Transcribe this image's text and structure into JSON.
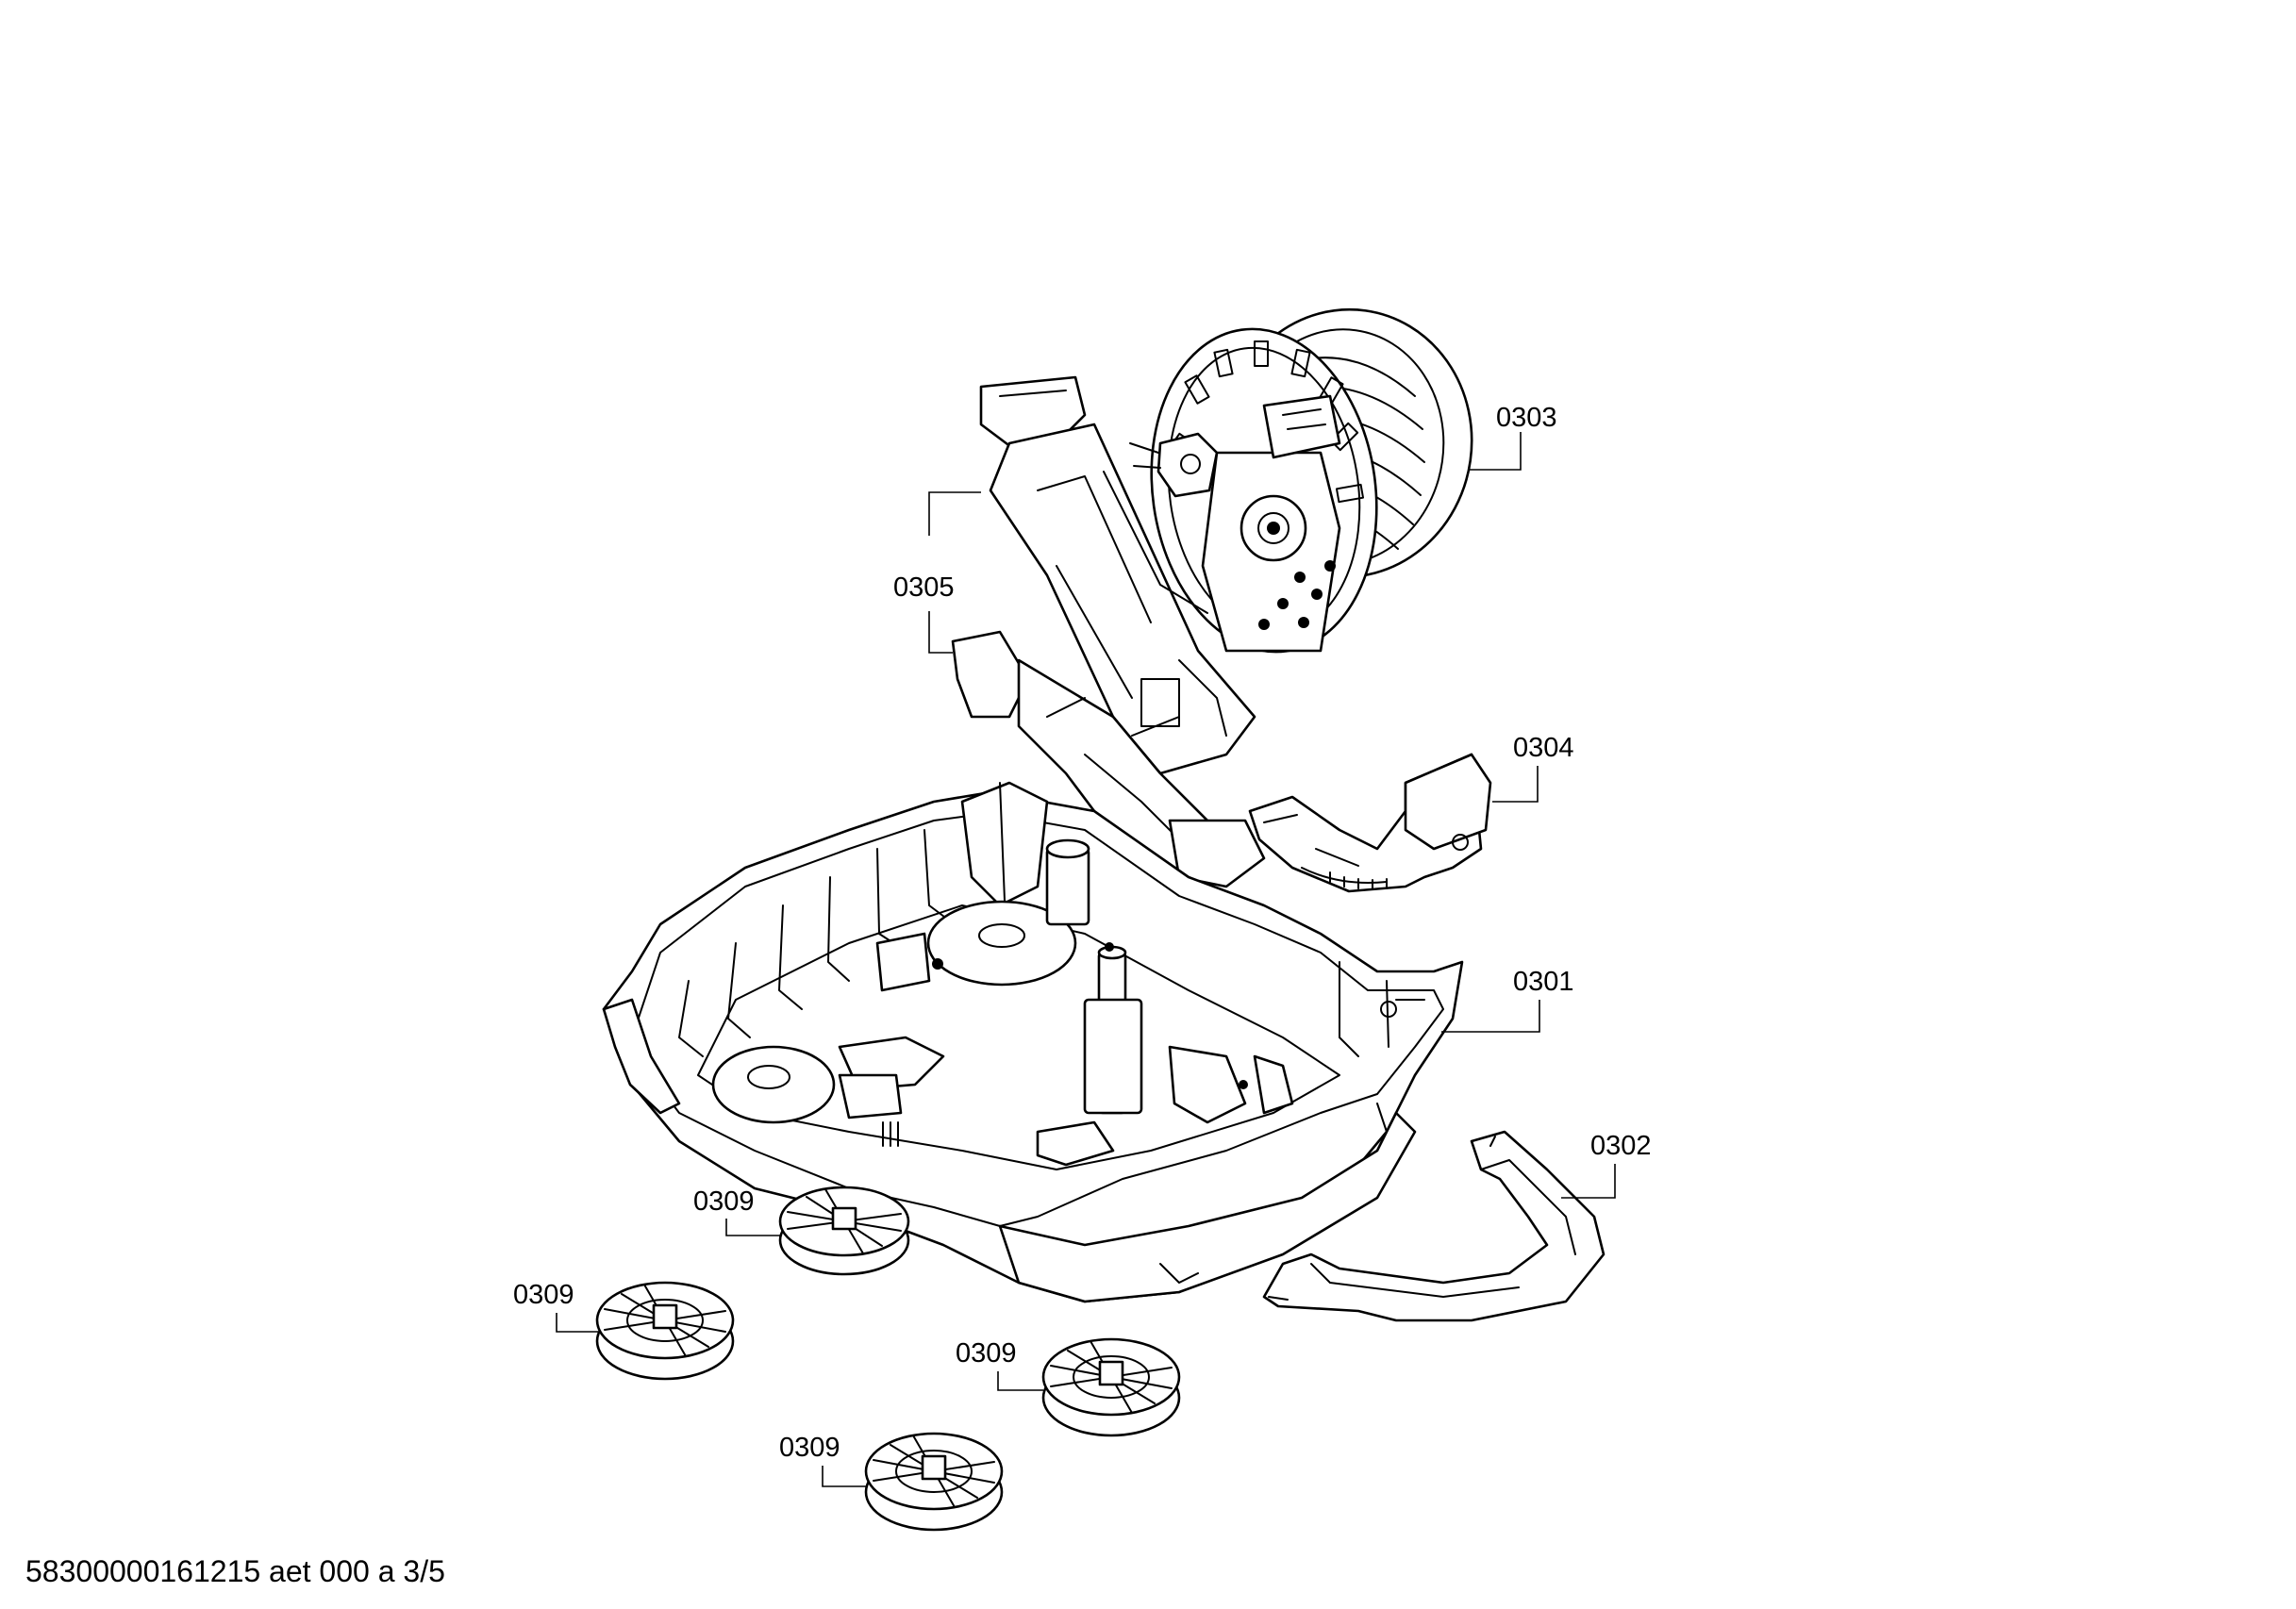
{
  "callouts": {
    "c0303": "0303",
    "c0305": "0305",
    "c0304": "0304",
    "c0301": "0301",
    "c0302": "0302",
    "c0309a": "0309",
    "c0309b": "0309",
    "c0309c": "0309",
    "c0309d": "0309"
  },
  "footer": {
    "doc_id": "58300000161215 aet 000 a 3/5"
  },
  "parts": {
    "cable_reel": "cable-reel-icon",
    "air_duct": "air-duct-icon",
    "bracket": "bracket-icon",
    "base_housing": "housing-base-icon",
    "carry_handle": "handle-icon",
    "wheel": "castor-wheel-icon"
  }
}
